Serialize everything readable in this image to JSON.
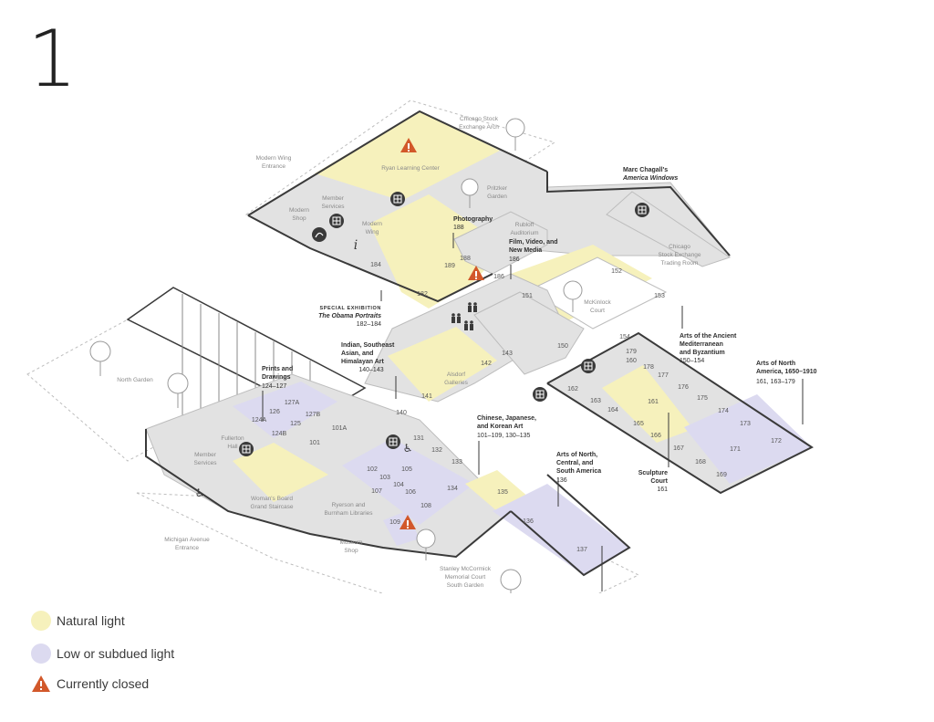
{
  "page": {
    "floor_number": "1"
  },
  "colors": {
    "natural_light": "#f6f1bc",
    "low_light": "#dcdaf0",
    "floor_gray": "#e2e2e2",
    "wall_gray": "#7a7a7a",
    "closed_orange": "#d2582a",
    "icon_dark": "#3a3a3a",
    "ground_dash": "#bdbdbd"
  },
  "legend": {
    "natural_light": "Natural light",
    "low_light": "Low or subdued light",
    "closed": "Currently closed"
  },
  "labels": {
    "chicago_stock_exchange_arch": [
      "Chicago Stock",
      "Exchange Arch"
    ],
    "modern_wing_entrance": [
      "Modern Wing",
      "Entrance"
    ],
    "ryan_learning_center": [
      "Ryan Learning Center"
    ],
    "pritzker_garden": [
      "Pritzker",
      "Garden"
    ],
    "member_services_upper": [
      "Member",
      "Services"
    ],
    "modern_shop": [
      "Modern",
      "Shop"
    ],
    "modern_wing": [
      "Modern",
      "Wing"
    ],
    "rubloff_auditorium": [
      "Rubloff",
      "Auditorium"
    ],
    "stock_exchange_trading_room": [
      "Chicago",
      "Stock Exchange",
      "Trading Room"
    ],
    "mckinlock_court": [
      "McKinlock",
      "Court"
    ],
    "north_garden": [
      "North Garden"
    ],
    "alsdorf_galleries": [
      "Alsdorf",
      "Galleries"
    ],
    "fullerton_hall": [
      "Fullerton",
      "Hall"
    ],
    "member_services_lower": [
      "Member",
      "Services"
    ],
    "womans_board_staircase": [
      "Woman's Board",
      "Grand Staircase"
    ],
    "ryerson_burnham": [
      "Ryerson and",
      "Burnham Libraries"
    ],
    "museum_shop": [
      "Museum",
      "Shop"
    ],
    "michigan_avenue_entrance": [
      "Michigan Avenue",
      "Entrance"
    ],
    "stanley_mccormick": [
      "Stanley McCormick",
      "Memorial Court",
      "South Garden"
    ]
  },
  "callouts": {
    "chagall_title": [
      "Marc Chagall's"
    ],
    "chagall_subtitle": [
      "America Windows"
    ],
    "photography": {
      "title": [
        "Photography"
      ],
      "rooms": "188"
    },
    "film_video": {
      "title": [
        "Film, Video, and",
        "New Media"
      ],
      "rooms": "186"
    },
    "obama": {
      "kicker": "SPECIAL EXHIBITION",
      "title": "The Obama Portraits",
      "rooms": "182–184"
    },
    "indian_asian": {
      "title": [
        "Indian, Southeast",
        "Asian, and",
        "Himalayan Art"
      ],
      "rooms": "140–143"
    },
    "ancient_med": {
      "title": [
        "Arts of the Ancient",
        "Mediterranean",
        "and Byzantium"
      ],
      "rooms": "150–154"
    },
    "north_america": {
      "title": [
        "Arts of North",
        "America, 1650–1910"
      ],
      "rooms": "161, 163–179"
    },
    "prints": {
      "title": [
        "Prints and",
        "Drawings"
      ],
      "rooms": "124–127"
    },
    "chinese_japanese": {
      "title": [
        "Chinese, Japanese,",
        "and Korean Art"
      ],
      "rooms": "101–109, 130–135"
    },
    "north_central_south": {
      "title": [
        "Arts of North,",
        "Central, and",
        "South America"
      ],
      "rooms": "136"
    },
    "sculpture_court": {
      "title": [
        "Sculpture",
        "Court"
      ],
      "rooms": "161"
    },
    "africa": {
      "title": [
        "Arts of Africa"
      ],
      "rooms": "137"
    }
  },
  "rooms": {
    "r184": "184",
    "r182": "182",
    "r189": "189",
    "r188": "188",
    "r186": "186",
    "r151": "151",
    "r152": "152",
    "r153": "153",
    "r154": "154",
    "r150": "150",
    "r143": "143",
    "r142": "142",
    "r141": "141",
    "r140": "140",
    "r179": "179",
    "r160": "160",
    "r178": "178",
    "r177": "177",
    "r176": "176",
    "r175": "175",
    "r174": "174",
    "r173": "173",
    "r172": "172",
    "r171": "171",
    "r162": "162",
    "r163": "163",
    "r164": "164",
    "r161": "161",
    "r165": "165",
    "r166": "166",
    "r167": "167",
    "r168": "168",
    "r169": "169",
    "r127A": "127A",
    "r126": "126",
    "r127B": "127B",
    "r124A": "124A",
    "r125": "125",
    "r124B": "124B",
    "r101A": "101A",
    "r101": "101",
    "r131": "131",
    "r132": "132",
    "r133": "133",
    "r102": "102",
    "r105": "105",
    "r103": "103",
    "r104": "104",
    "r107": "107",
    "r106": "106",
    "r134": "134",
    "r135": "135",
    "r108": "108",
    "r109": "109",
    "r136": "136",
    "r137": "137"
  },
  "icons": {
    "info_glyph": "i",
    "accessible_glyph": "♿"
  }
}
